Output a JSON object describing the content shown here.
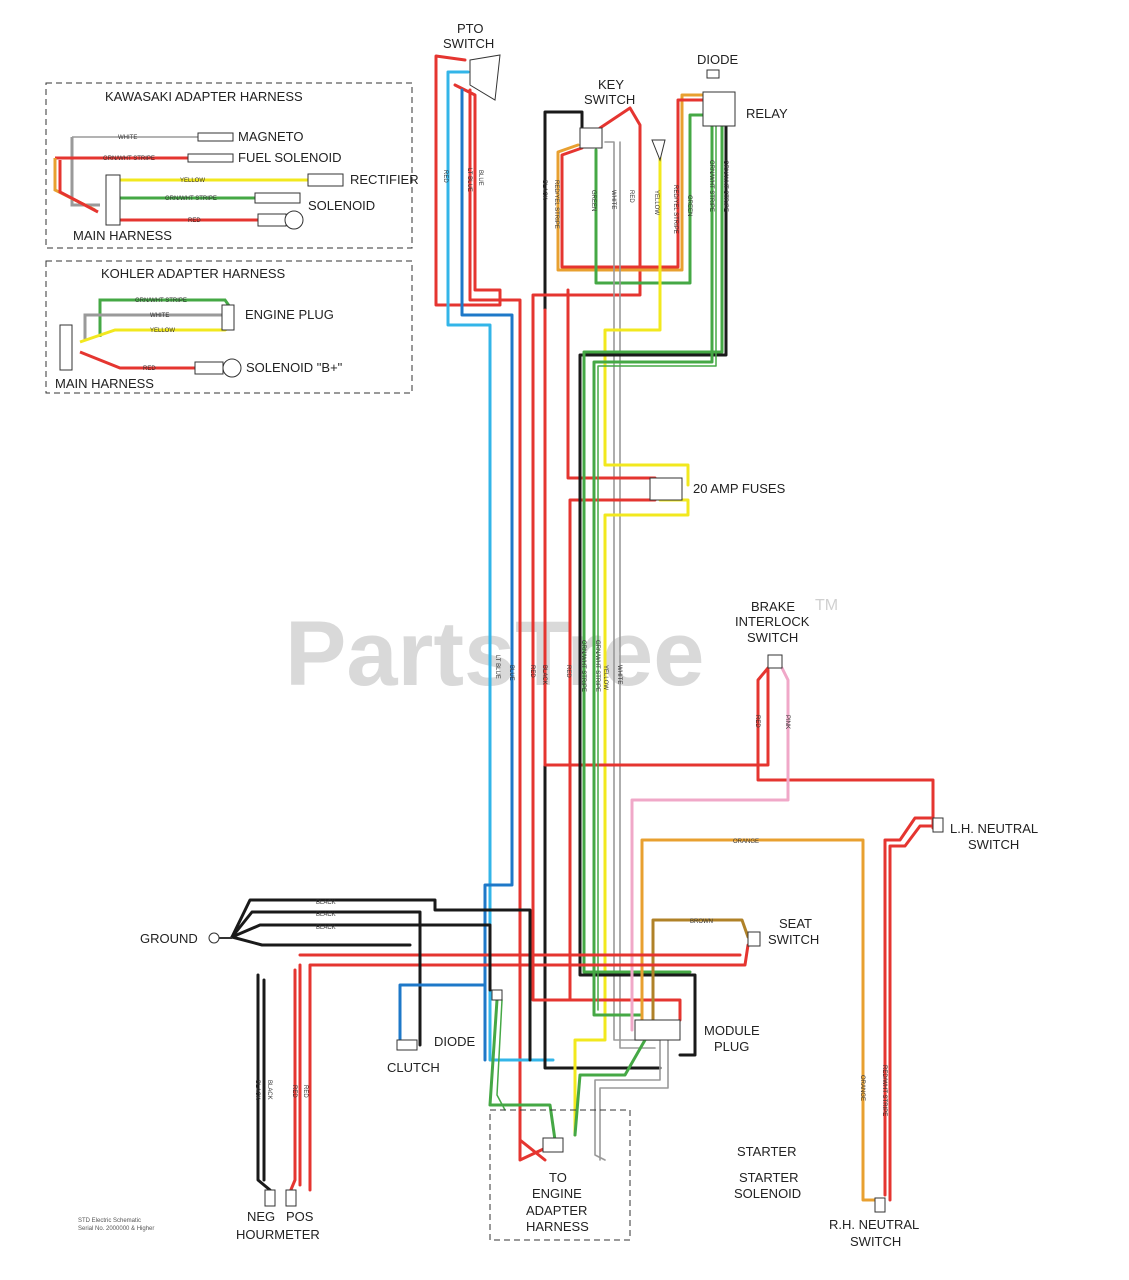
{
  "colors": {
    "red": "#e53530",
    "black": "#1a1a1a",
    "blue": "#1e78c8",
    "light_blue": "#33b5e8",
    "yellow": "#f2e81e",
    "green": "#45a845",
    "orange": "#e8a030",
    "pink": "#f0a8c8",
    "brown": "#b08228",
    "white_wire": "#9a9a9a"
  },
  "inset_kawasaki": {
    "title": "KAWASAKI ADAPTER HARNESS",
    "wires": [
      "WHITE",
      "GRN/WHT STRIPE",
      "YELLOW",
      "GRN/WHT STRIPE",
      "RED"
    ],
    "targets": [
      "MAGNETO",
      "FUEL SOLENOID",
      "RECTIFIER",
      "SOLENOID"
    ],
    "source": "MAIN HARNESS"
  },
  "inset_kohler": {
    "title": "KOHLER ADAPTER HARNESS",
    "wires": [
      "GRN/WHT STRIPE",
      "WHITE",
      "YELLOW",
      "RED"
    ],
    "targets": [
      "ENGINE PLUG",
      "SOLENOID \"B+\""
    ],
    "source": "MAIN HARNESS"
  },
  "labels": {
    "pto_1": "PTO",
    "pto_2": "SWITCH",
    "key_1": "KEY",
    "key_2": "SWITCH",
    "diode_top": "DIODE",
    "relay": "RELAY",
    "fuses": "20 AMP FUSES",
    "brake_1": "BRAKE",
    "brake_2": "INTERLOCK",
    "brake_3": "SWITCH",
    "lh_1": "L.H. NEUTRAL",
    "lh_2": "SWITCH",
    "seat_1": "SEAT",
    "seat_2": "SWITCH",
    "module_1": "MODULE",
    "module_2": "PLUG",
    "ground": "GROUND",
    "diode_bottom": "DIODE",
    "clutch": "CLUTCH",
    "starter": "STARTER",
    "starter_sol_1": "STARTER",
    "starter_sol_2": "SOLENOID",
    "engine_1": "TO",
    "engine_2": "ENGINE",
    "engine_3": "ADAPTER",
    "engine_4": "HARNESS",
    "neg": "NEG",
    "pos": "POS",
    "hourmeter": "HOURMETER",
    "rh_1": "R.H. NEUTRAL",
    "rh_2": "SWITCH",
    "corner_note_1": "STD Electric Schematic",
    "corner_note_2": "Serial No. 2000000 & Higher"
  },
  "wire_tags": {
    "red": "RED",
    "black": "BLACK",
    "blue": "BLUE",
    "lt_blue": "LT BLUE",
    "yellow": "YELLOW",
    "green": "GREEN",
    "grn_wht": "GRN/WHT STRIPE",
    "white": "WHITE",
    "orange": "ORANGE",
    "pink": "PINK",
    "brown": "BROWN",
    "red_wht": "RED/WHT STRIPE",
    "red_yel": "RED/YEL STRIPE"
  },
  "watermark": {
    "text": "PartsTree",
    "tm": "TM"
  }
}
